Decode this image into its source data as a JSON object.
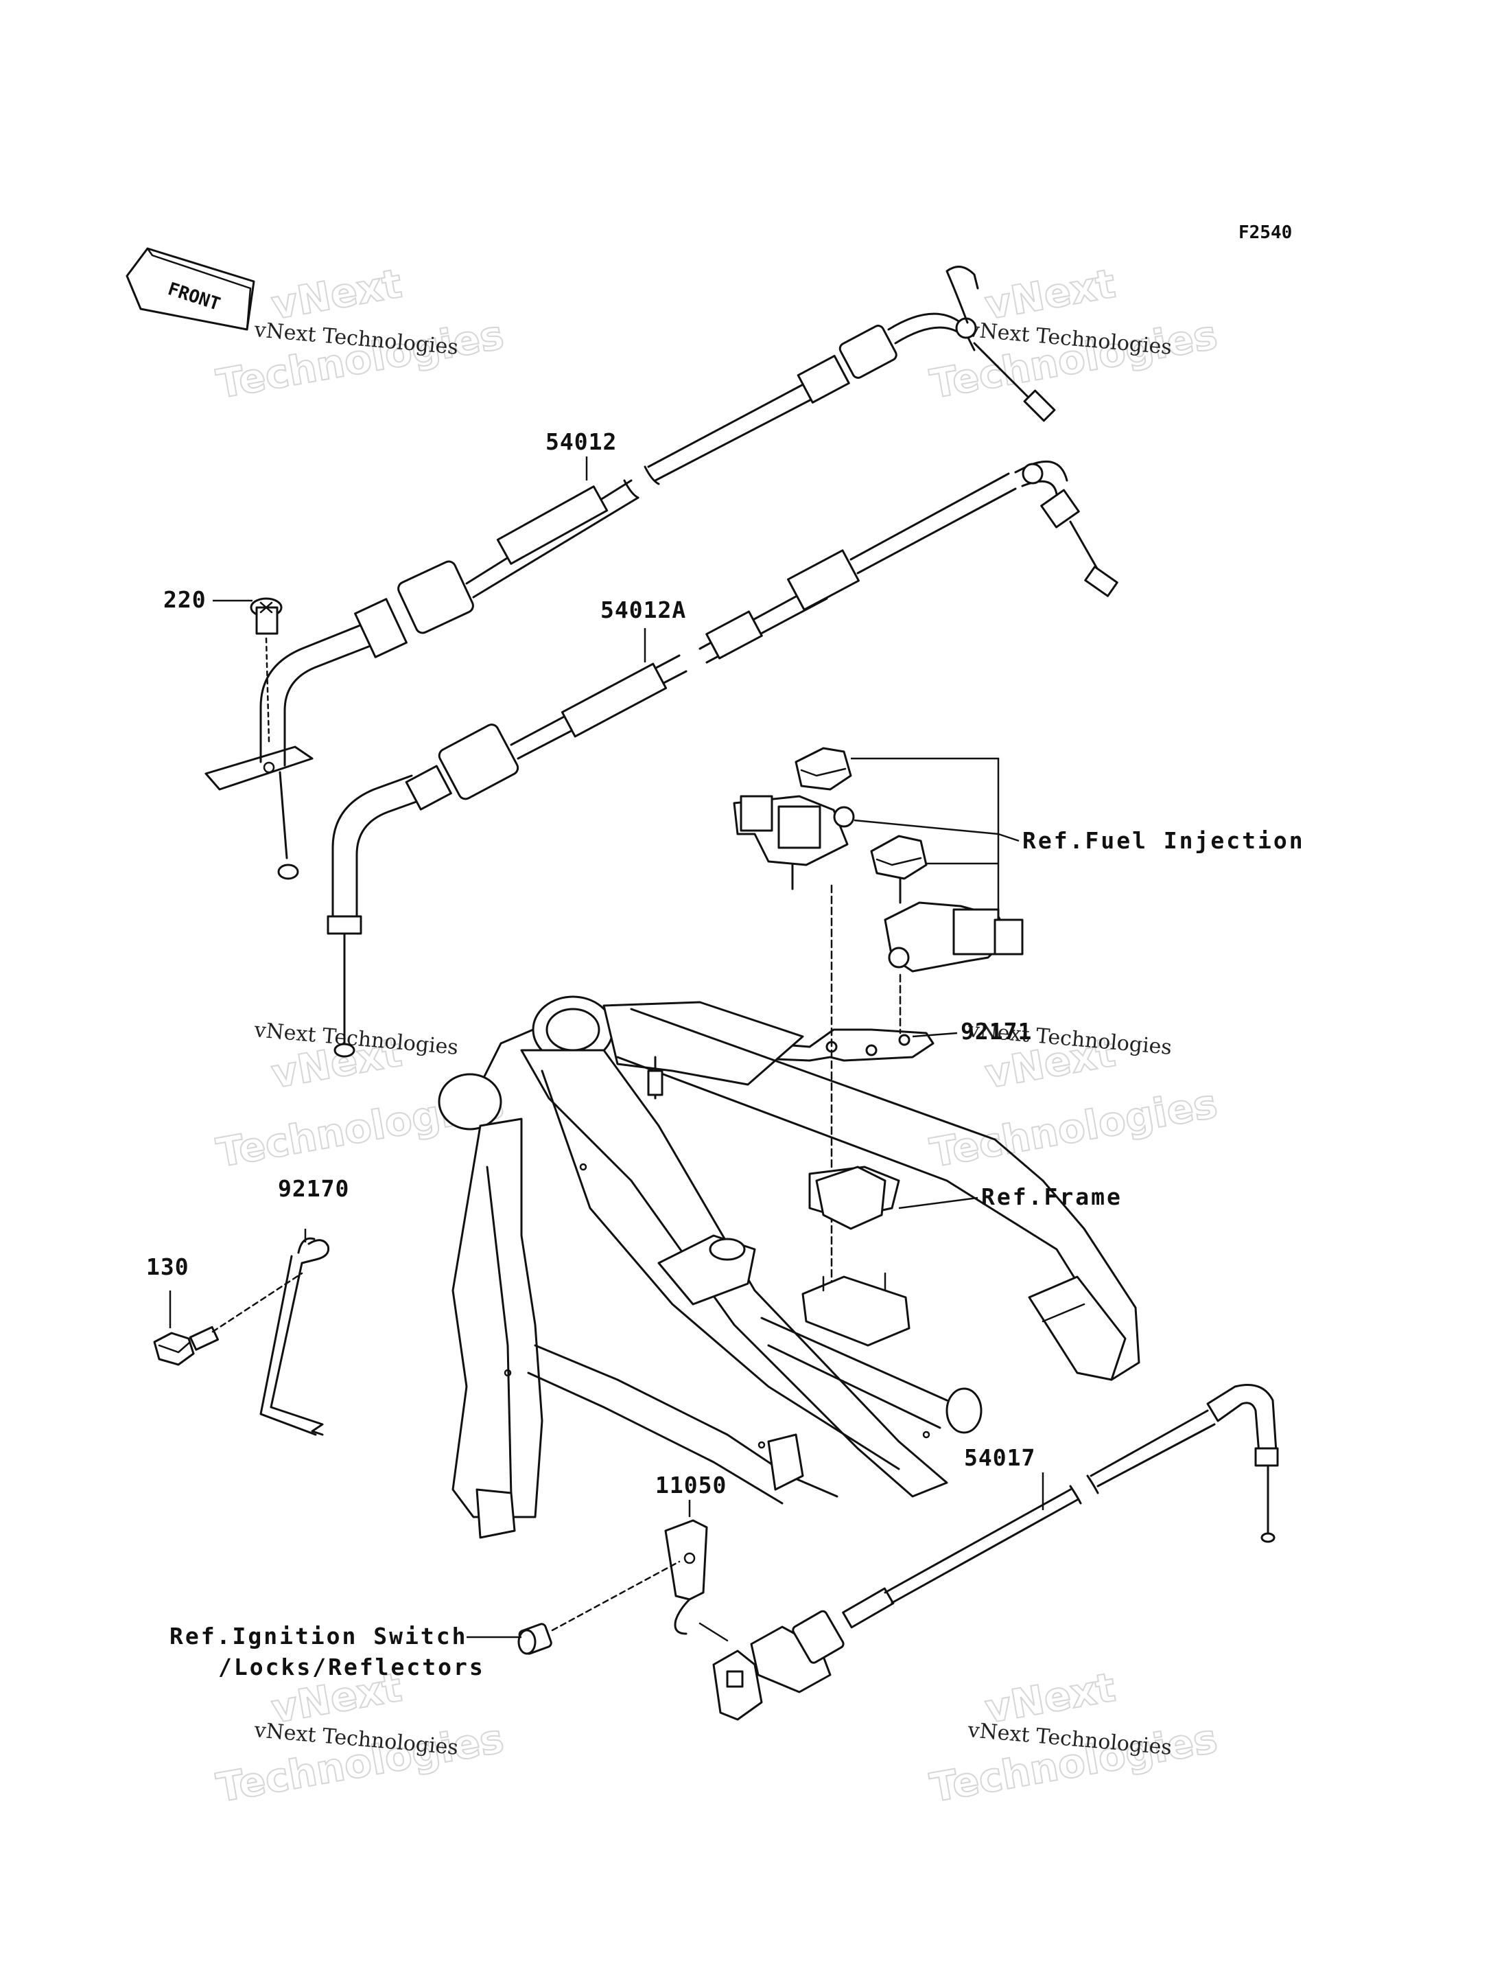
{
  "figure_code": "F2540",
  "front_label": "FRONT",
  "watermark": {
    "line1": "vNext",
    "line2": "Technologies",
    "caption": "vNext Technologies"
  },
  "parts": {
    "cable_54012": "54012",
    "cable_54012a": "54012A",
    "screw_220": "220",
    "clamp_92170": "92170",
    "bolt_130": "130",
    "bracket_92171": "92171",
    "bracket_11050": "11050",
    "choke_54017": "54017"
  },
  "references": {
    "fuel_injection": "Ref.Fuel Injection",
    "frame": "Ref.Frame",
    "ignition_line1": "Ref.Ignition Switch",
    "ignition_line2": "/Locks/Reflectors"
  }
}
